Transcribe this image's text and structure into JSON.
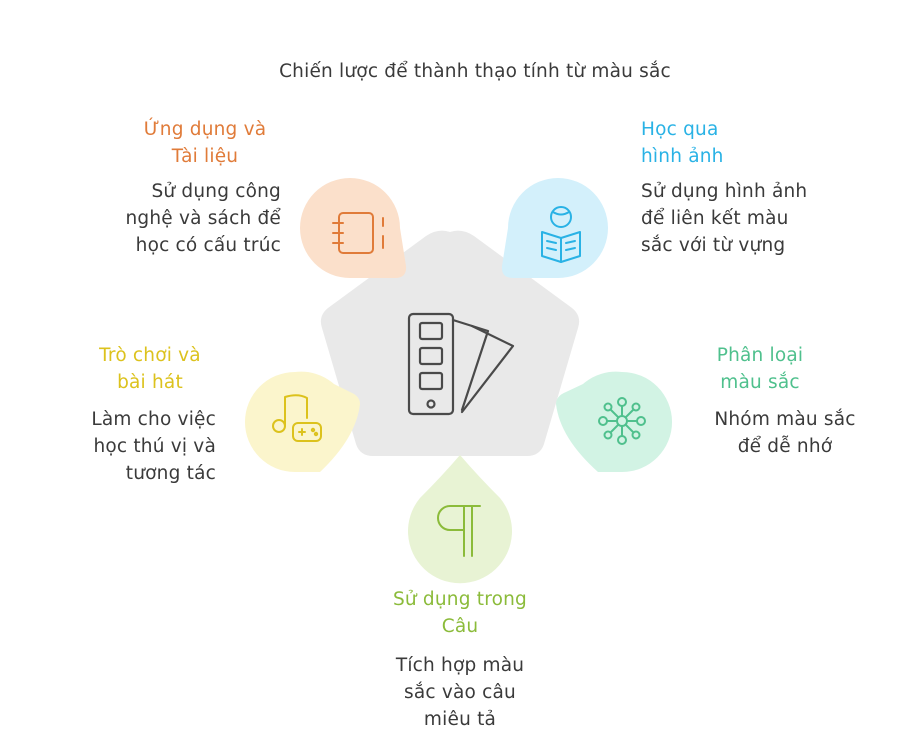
{
  "title": "Chiến lược để thành thạo tính từ màu sắc",
  "colors": {
    "center": "#e9e9e9",
    "orange": "#e07b39",
    "blue": "#29b2e5",
    "green": "#4fc08d",
    "lime": "#8bbb3a",
    "yellow": "#dcc21d",
    "text": "#3a3a3a"
  },
  "center_icon": "color-swatch-fan-icon",
  "items": [
    {
      "heading": "Ứng dụng và\nTài liệu",
      "desc": "Sử dụng công\nnghệ và sách để\nhọc có cấu trúc",
      "icon": "notebook-icon"
    },
    {
      "heading": "Học qua\nhình ảnh",
      "desc": "Sử dụng hình ảnh\nđể liên kết màu\nsắc với từ vựng",
      "icon": "open-book-globe-icon"
    },
    {
      "heading": "Phân loại\nmàu sắc",
      "desc": "Nhóm màu sắc\nđể dễ nhớ",
      "icon": "network-icon"
    },
    {
      "heading": "Sử dụng trong\nCâu",
      "desc": "Tích hợp màu\nsắc vào câu\nmiêu tả",
      "icon": "pilcrow-icon"
    },
    {
      "heading": "Trò chơi và\nbài hát",
      "desc": "Làm cho việc\nhọc thú vị và\ntương tác",
      "icon": "music-game-icon"
    }
  ]
}
